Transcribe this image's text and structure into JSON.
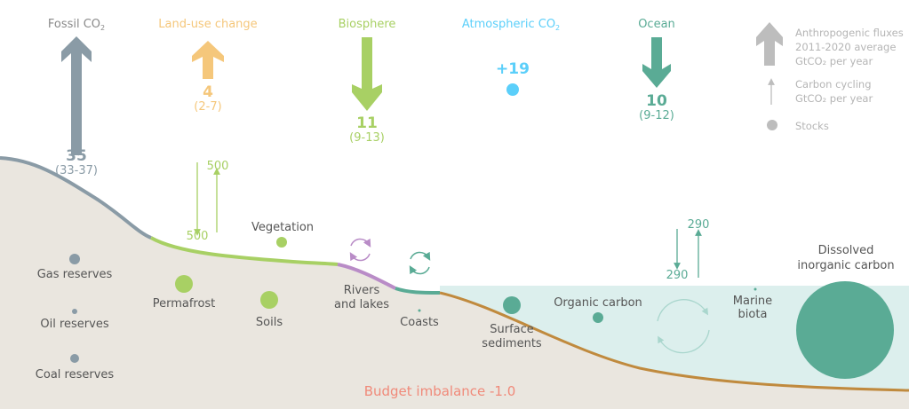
{
  "fluxes": {
    "fossil": {
      "title": "Fossil CO",
      "sub": "2",
      "value": "35",
      "range": "(33-37)",
      "color": "#8a9ba6"
    },
    "land_use": {
      "title": "Land-use change",
      "value": "4",
      "range": "(2-7)",
      "color": "#f5c77b"
    },
    "biosphere": {
      "title": "Biosphere",
      "value": "11",
      "range": "(9-13)",
      "color": "#a8d064"
    },
    "atmosphere": {
      "title": "Atmospheric CO",
      "sub": "2",
      "value": "+19",
      "color": "#5bcffa"
    },
    "ocean": {
      "title": "Ocean",
      "value": "10",
      "range": "(9-12)",
      "color": "#5aab95"
    }
  },
  "legend": {
    "anthropogenic": [
      "Anthropogenic fluxes",
      "2011-2020  average",
      "GtCO₂ per year"
    ],
    "cycling": [
      "Carbon cycling",
      "GtCO₂  per year"
    ],
    "stocks": "Stocks"
  },
  "cycling": {
    "land_down": "500",
    "land_up": "500",
    "ocean_down": "290",
    "ocean_up": "290"
  },
  "stocks": {
    "gas": "Gas reserves",
    "oil": "Oil reserves",
    "coal": "Coal reserves",
    "permafrost": "Permafrost",
    "soils": "Soils",
    "vegetation": "Vegetation",
    "rivers": [
      "Rivers",
      "and lakes"
    ],
    "coasts": "Coasts",
    "sediments": [
      "Surface",
      "sediments"
    ],
    "organic": "Organic carbon",
    "biota": [
      "Marine",
      "biota"
    ],
    "dic": [
      "Dissolved",
      "inorganic carbon"
    ]
  },
  "budget_imbalance": "Budget imbalance -1.0"
}
